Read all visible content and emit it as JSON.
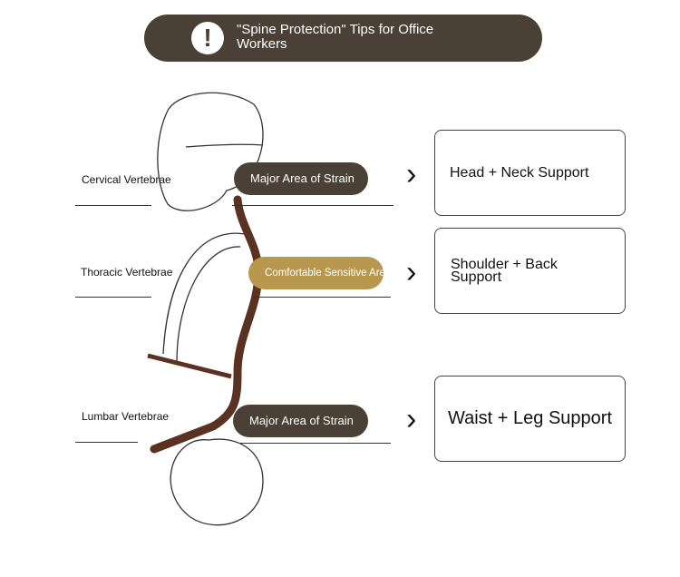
{
  "banner": {
    "icon": "exclamation-icon",
    "title": "\"Spine Protection\" Tips for Office Workers"
  },
  "vertebrae": [
    {
      "label": "Cervical Vertebrae",
      "tag": "Major Area of Strain",
      "support": "Head + Neck Support"
    },
    {
      "label": "Thoracic Vertebrae",
      "tag": "Comfortable Sensitive Area",
      "support": "Shoulder + Back Support"
    },
    {
      "label": "Lumbar Vertebrae",
      "tag": "Major Area of Strain",
      "support": "Waist + Leg Support"
    }
  ],
  "colors": {
    "dark": "#4b4035",
    "gold": "#b8974e",
    "spine": "#5a3222"
  }
}
